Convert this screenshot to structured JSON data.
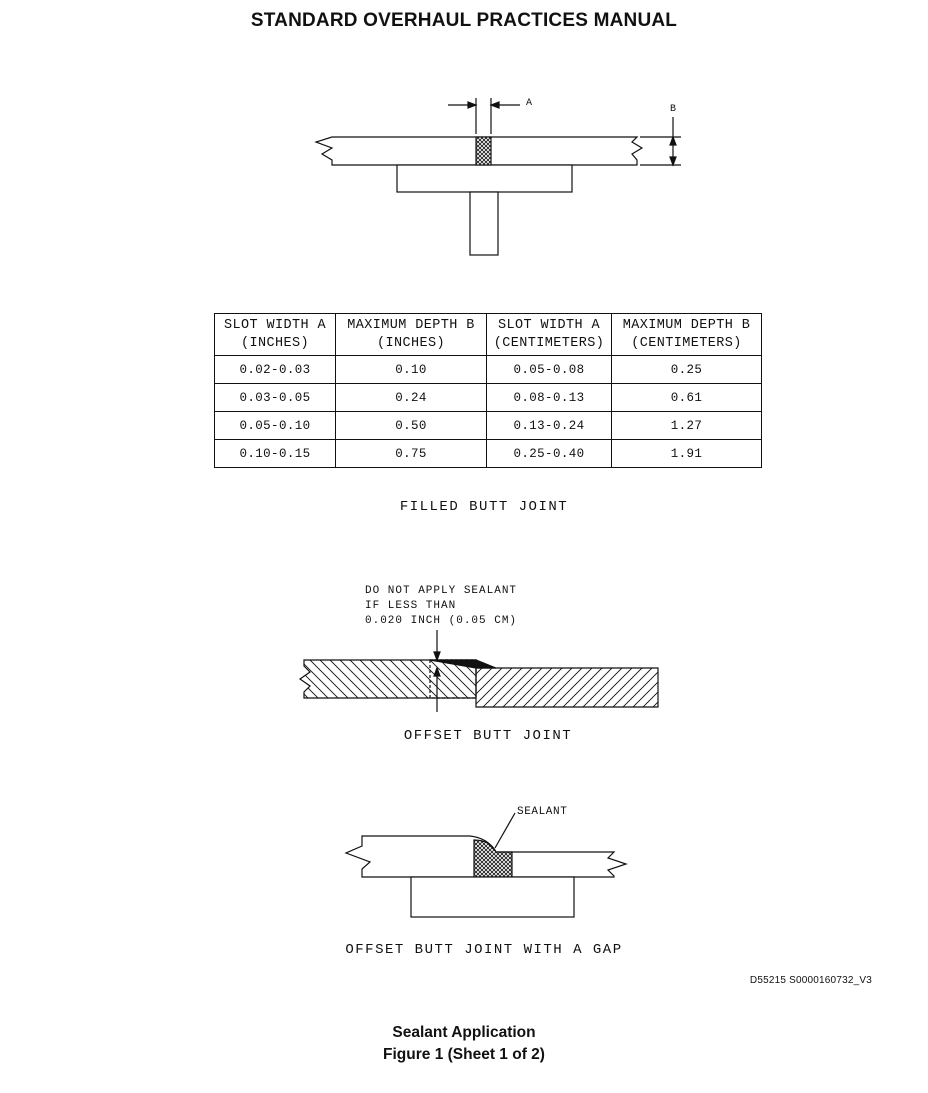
{
  "header": {
    "title": "STANDARD OVERHAUL PRACTICES MANUAL"
  },
  "diagram1": {
    "label_a": "A",
    "label_b": "B",
    "caption": "FILLED BUTT JOINT"
  },
  "table": {
    "headers": [
      [
        "SLOT WIDTH A",
        "(INCHES)"
      ],
      [
        "MAXIMUM DEPTH B",
        "(INCHES)"
      ],
      [
        "SLOT WIDTH A",
        "(CENTIMETERS)"
      ],
      [
        "MAXIMUM DEPTH B",
        "(CENTIMETERS)"
      ]
    ],
    "rows": [
      [
        "0.02-0.03",
        "0.10",
        "0.05-0.08",
        "0.25"
      ],
      [
        "0.03-0.05",
        "0.24",
        "0.08-0.13",
        "0.61"
      ],
      [
        "0.05-0.10",
        "0.50",
        "0.13-0.24",
        "1.27"
      ],
      [
        "0.10-0.15",
        "0.75",
        "0.25-0.40",
        "1.91"
      ]
    ]
  },
  "diagram2": {
    "note_line1": "DO NOT APPLY SEALANT",
    "note_line2": "IF LESS THAN",
    "note_line3": "0.020 INCH (0.05 CM)",
    "caption": "OFFSET BUTT JOINT"
  },
  "diagram3": {
    "sealant_label": "SEALANT",
    "caption": "OFFSET BUTT JOINT WITH A GAP"
  },
  "doc_id": "D55215 S0000160732_V3",
  "figure": {
    "title": "Sealant Application",
    "subtitle": "Figure 1  (Sheet 1 of 2)"
  }
}
